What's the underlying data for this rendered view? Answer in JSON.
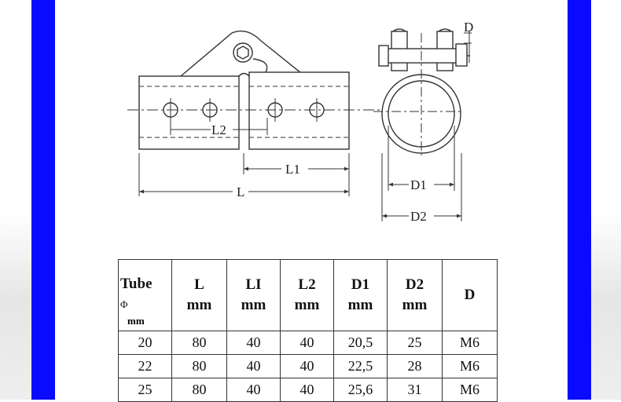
{
  "drawing": {
    "dim_L": "L",
    "dim_L1": "L1",
    "dim_L2": "L2",
    "dim_D": "D",
    "dim_D1": "D1",
    "dim_D2": "D2"
  },
  "table": {
    "header": {
      "tube": "Tube",
      "tube_sym": "Φ",
      "tube_unit": "mm",
      "cols": [
        {
          "name": "L",
          "unit": "mm"
        },
        {
          "name": "LI",
          "unit": "mm"
        },
        {
          "name": "L2",
          "unit": "mm"
        },
        {
          "name": "D1",
          "unit": "mm"
        },
        {
          "name": "D2",
          "unit": "mm"
        },
        {
          "name": "D",
          "unit": ""
        }
      ]
    },
    "rows": [
      [
        "20",
        "80",
        "40",
        "40",
        "20,5",
        "25",
        "M6"
      ],
      [
        "22",
        "80",
        "40",
        "40",
        "22,5",
        "28",
        "M6"
      ],
      [
        "25",
        "80",
        "40",
        "40",
        "25,6",
        "31",
        "M6"
      ]
    ]
  }
}
